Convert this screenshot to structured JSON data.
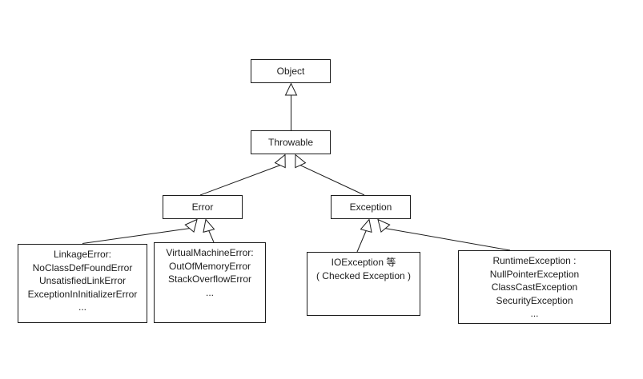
{
  "diagram": {
    "colors": {
      "line": "#1c1c1c",
      "background": "#ffffff"
    },
    "nodes": {
      "object": {
        "label": "Object"
      },
      "throwable": {
        "label": "Throwable"
      },
      "error": {
        "label": "Error"
      },
      "exception": {
        "label": "Exception"
      },
      "linkage": {
        "lines": [
          "LinkageError:",
          "NoClassDefFoundError",
          "UnsatisfiedLinkError",
          "ExceptionInInitializerError",
          "..."
        ]
      },
      "vm": {
        "lines": [
          "VirtualMachineError:",
          "OutOfMemoryError",
          "StackOverflowError",
          "..."
        ]
      },
      "io": {
        "lines": [
          "IOException 等",
          "( Checked Exception )"
        ]
      },
      "runtime": {
        "lines": [
          "RuntimeException :",
          "NullPointerException",
          "ClassCastException",
          "SecurityException",
          "..."
        ]
      }
    },
    "relations": [
      {
        "from": "Throwable",
        "to": "Object",
        "type": "generalization"
      },
      {
        "from": "Error",
        "to": "Throwable",
        "type": "generalization"
      },
      {
        "from": "Exception",
        "to": "Throwable",
        "type": "generalization"
      },
      {
        "from": "LinkageError group",
        "to": "Error",
        "type": "generalization"
      },
      {
        "from": "VirtualMachineError group",
        "to": "Error",
        "type": "generalization"
      },
      {
        "from": "IOException group",
        "to": "Exception",
        "type": "generalization"
      },
      {
        "from": "RuntimeException group",
        "to": "Exception",
        "type": "generalization"
      }
    ]
  }
}
